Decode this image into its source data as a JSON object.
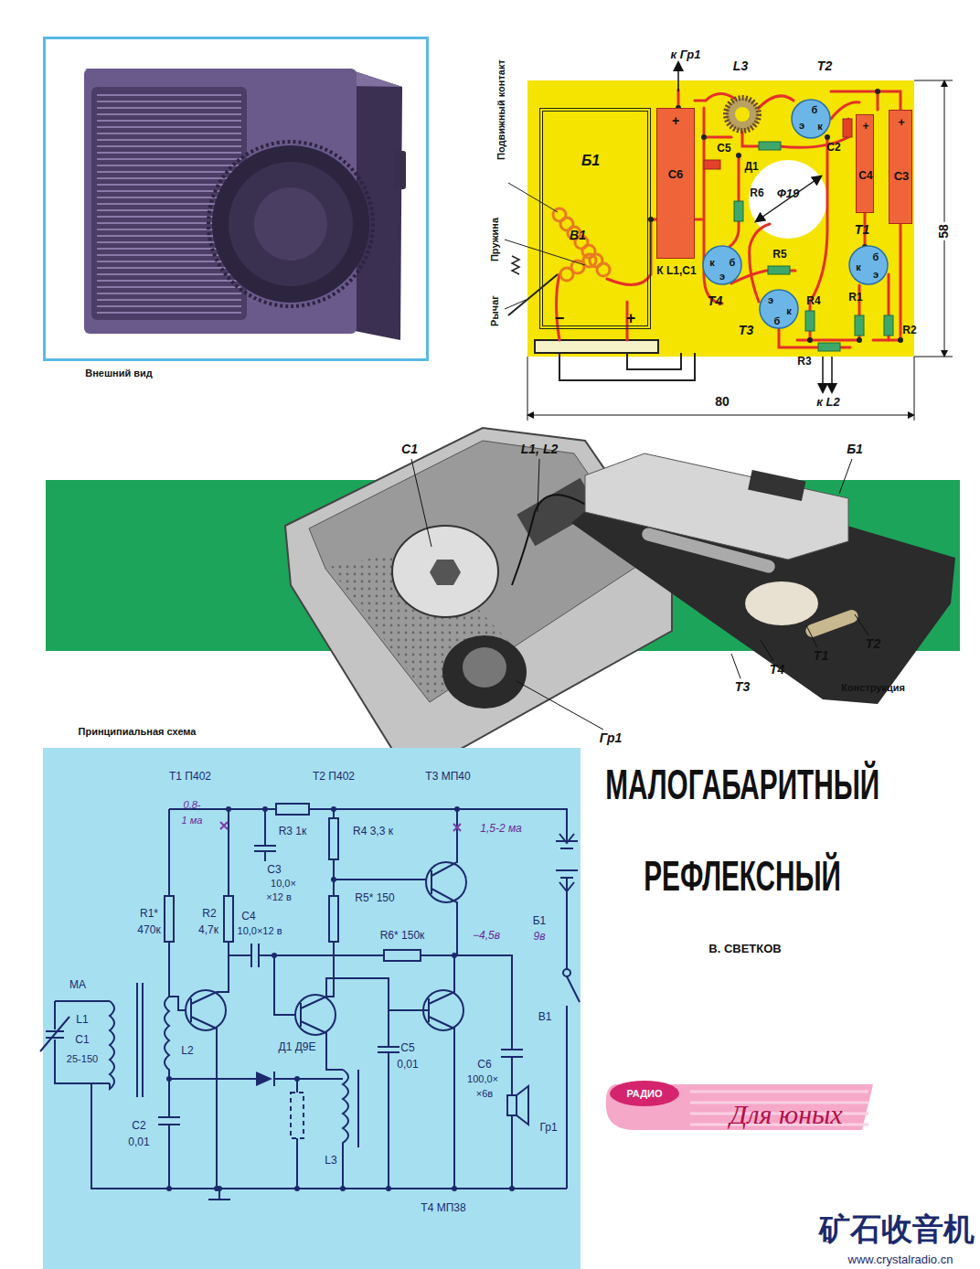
{
  "diagram": {
    "title": "МАЛОГАБАРИТНЫЙ РЕФЛЕКСНЫЙ",
    "nodes": [
      {
        "text": [
          "Б1",
          "−",
          "+"
        ]
      },
      {
        "text": [
          "+",
          "С6"
        ]
      },
      {
        "text": [
          "б",
          "э",
          "к"
        ]
      },
      {
        "text": [
          "+",
          "С4"
        ]
      },
      {
        "text": [
          "+",
          "С3"
        ]
      },
      {
        "text": [
          "к",
          "б",
          "э"
        ]
      },
      {
        "text": [
          "б",
          "к",
          "э"
        ]
      },
      {
        "text": [
          "э",
          "к",
          "б"
        ]
      },
      {
        "text": [
          "РАДИО",
          "Для юных"
        ]
      }
    ],
    "labels": [
      "Подвижный контакт",
      "Пружина",
      "Рычаг",
      "к Гр1",
      "L3",
      "Т2",
      "С5",
      "С2",
      "Д1",
      "R6",
      "Ф19",
      "В1",
      "К L1,C1",
      "R5",
      "Т1",
      "Т4",
      "R4",
      "R1",
      "Т3",
      "R2",
      "R3",
      "к L2",
      "80",
      "58",
      "С1",
      "L1, L2",
      "Б1",
      "Т2",
      "Т1",
      "Т4",
      "Т3",
      "Гр1",
      "Т1 П402",
      "Т2 П402",
      "Т3 МП40",
      "0,8-",
      "1 ма",
      "R3 1к",
      "R4 3,3 к",
      "1,5-2 ма",
      "С3",
      "10,0×",
      "×12 в",
      "R5* 150",
      "R1*",
      "470к",
      "R2",
      "4,7к",
      "С4",
      "10,0×12 в",
      "R6* 150к",
      "−4,5в",
      "Б1",
      "9в",
      "МА",
      "L1",
      "C1",
      "25-150",
      "L2",
      "Д1 Д9Е",
      "С5",
      "0,01",
      "С6",
      "100,0×",
      "×6в",
      "В1",
      "Гр1",
      "С2",
      "0,01",
      "L3",
      "Т4 МП38",
      "В. СВЕТКОВ",
      "矿石收音机",
      "www.crystalradio.cn",
      "Внешний вид",
      "Конструкция",
      "Принципиальная схема"
    ]
  }
}
